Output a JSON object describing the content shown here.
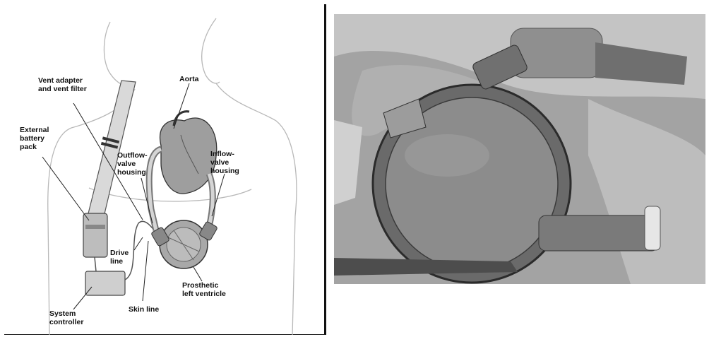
{
  "diagram": {
    "labels": {
      "vent": "Vent adapter\nand vent filter",
      "aorta": "Aorta",
      "battery": "External\nbattery\npack",
      "outflow": "Outflow-\nvalve\nhousing",
      "inflow": "Inflow-\nvalve\nhousing",
      "drive": "Drive\nline",
      "prosthetic": "Prosthetic\nleft ventricle",
      "skin": "Skin line",
      "controller": "System\ncontroller"
    }
  },
  "photo": {
    "subject": "implantable-ventricular-assist-device-photo"
  }
}
